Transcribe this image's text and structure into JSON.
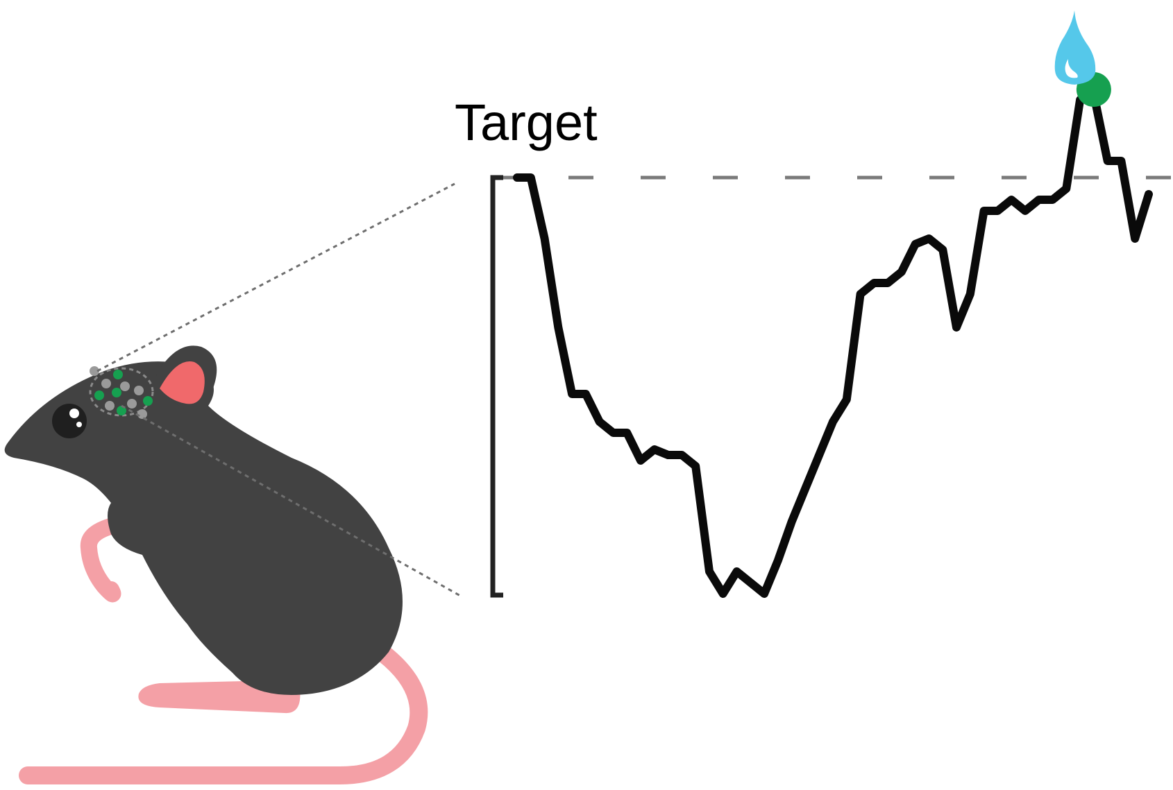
{
  "target_label": "Target",
  "colors": {
    "mouse_body": "#424242",
    "mouse_pink": "#f4a0a6",
    "ear_inner": "#f0696b",
    "neuron_active": "#16a050",
    "neuron_inactive": "#9a9a9a",
    "trace": "#0a0a0a",
    "threshold_line": "#7a7a7a",
    "water_drop": "#55c8ea",
    "reward_dot": "#16a050"
  },
  "icons": [
    "mouse-illustration",
    "neuron-cluster",
    "water-drop-icon",
    "reward-marker"
  ],
  "trace": {
    "values": [
      0,
      0,
      0.11,
      0.27,
      0.39,
      0.39,
      0.44,
      0.46,
      0.46,
      0.51,
      0.49,
      0.5,
      0.5,
      0.52,
      0.71,
      0.75,
      0.71,
      0.73,
      0.75,
      0.69,
      0.62,
      0.56,
      0.5,
      0.44,
      0.4,
      0.21,
      0.19,
      0.19,
      0.17,
      0.12,
      0.11,
      0.13,
      0.27,
      0.21,
      0.06,
      0.06,
      0.04,
      0.06,
      0.04,
      0.04,
      0.02,
      -0.14,
      -0.15,
      -0.03,
      -0.03,
      0.11,
      0.03
    ],
    "target_value": 0,
    "reward_index": 42
  }
}
